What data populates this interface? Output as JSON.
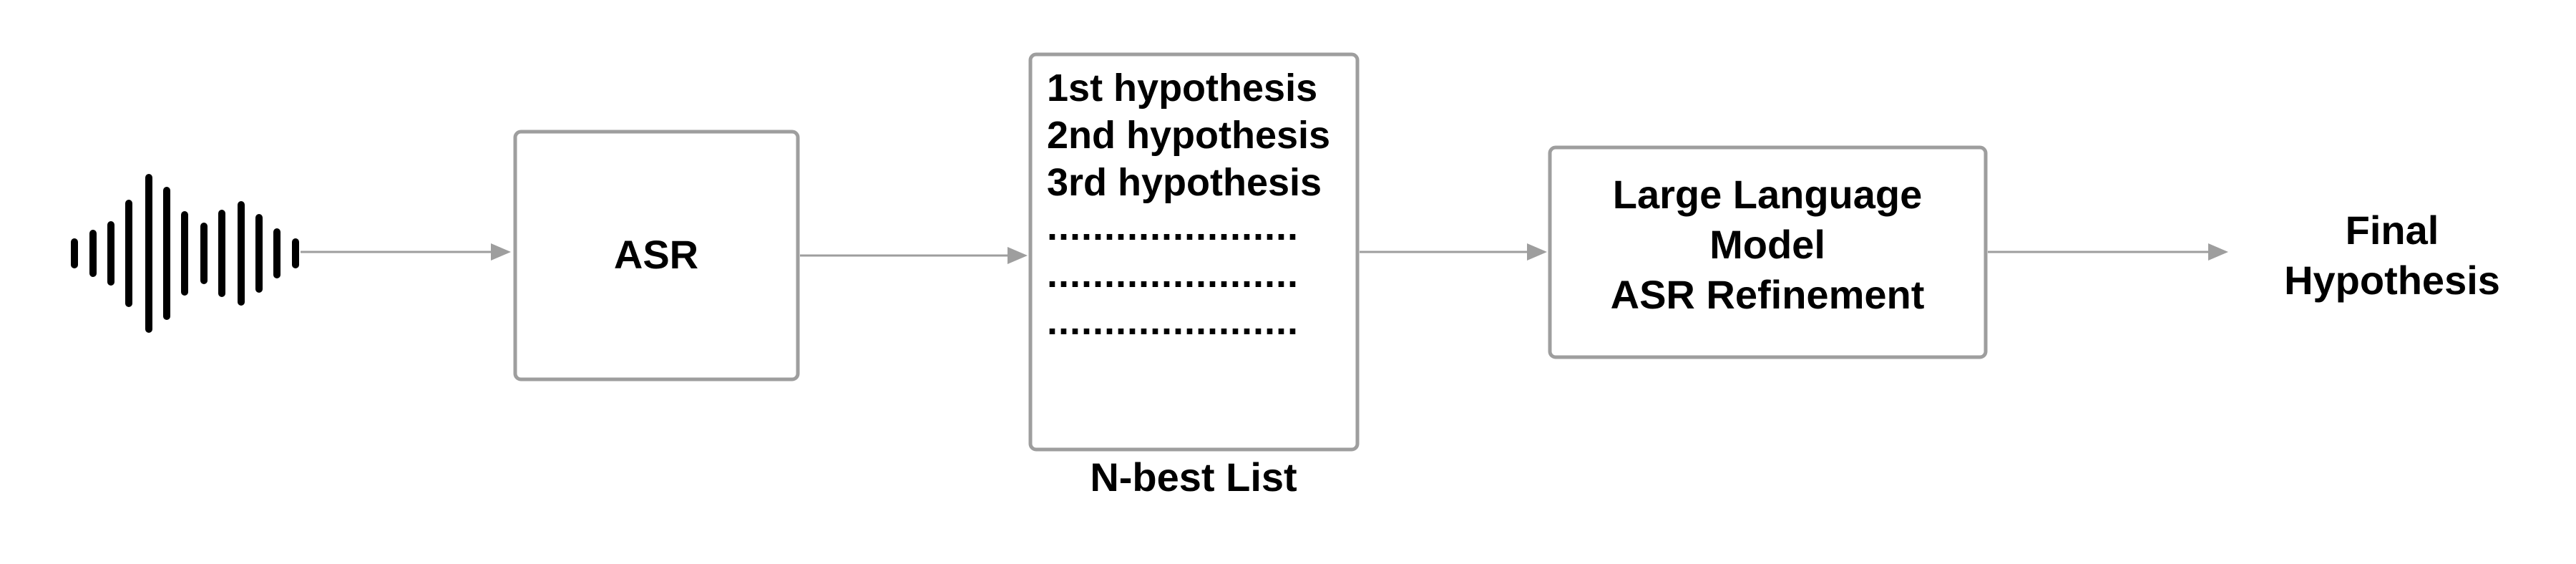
{
  "asr_box": {
    "label": "ASR"
  },
  "nbest": {
    "items": [
      "1st hypothesis",
      "2nd hypothesis",
      "3rd hypothesis",
      "......................",
      "......................",
      "......................"
    ],
    "caption": "N-best List"
  },
  "llm_box": {
    "lines": [
      "Large Language",
      "Model",
      "ASR Refinement"
    ]
  },
  "output": {
    "lines": [
      "Final",
      "Hypothesis"
    ]
  },
  "colors": {
    "box_stroke": "#9e9e9e",
    "arrow": "#9e9e9e",
    "text": "#000000",
    "waveform": "#000000"
  },
  "icons": {
    "audio": "audio-waveform-icon"
  }
}
